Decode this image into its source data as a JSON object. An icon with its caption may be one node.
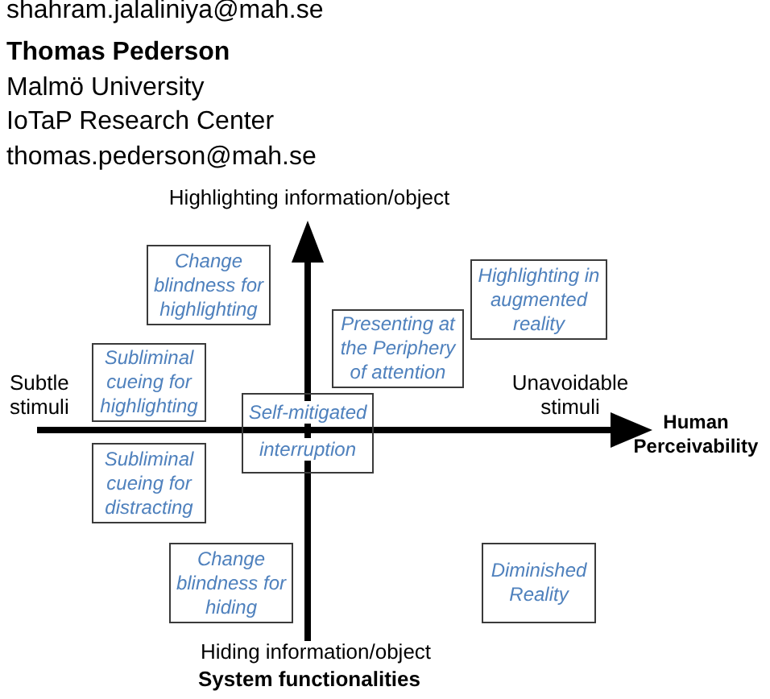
{
  "diagram": {
    "nodes": [
      {
        "text": [
          "Change blindness for highlighting"
        ]
      },
      {
        "text": [
          "Highlighting in augmented reality"
        ]
      },
      {
        "text": [
          "Presenting at the Periphery of attention"
        ]
      },
      {
        "text": [
          "Subliminal cueing for highlighting"
        ]
      },
      {
        "text": [
          "Self-mitigated interruption"
        ]
      },
      {
        "text": [
          "Subliminal cueing for distracting"
        ]
      },
      {
        "text": [
          "Change blindness for hiding"
        ]
      },
      {
        "text": [
          "Diminished Reality"
        ]
      }
    ],
    "labels": [
      "shahram.jalaliniya@mah.se",
      "Thomas Pederson",
      "Malmö University",
      "IoTaP Research Center",
      "thomas.pederson@mah.se",
      "Highlighting information/object",
      "Subtle stimuli",
      "Unavoidable stimuli",
      "Human Perceivability",
      "Hiding information/object",
      "System functionalities"
    ]
  }
}
